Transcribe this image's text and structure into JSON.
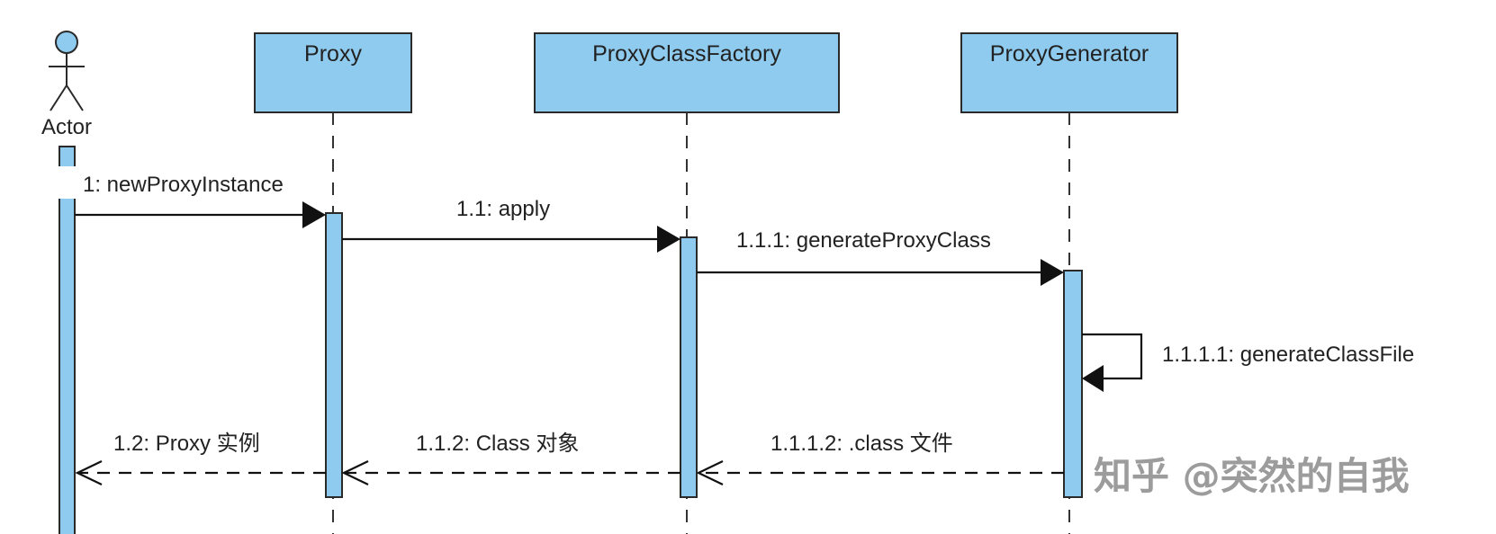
{
  "diagram": {
    "actor": {
      "label": "Actor"
    },
    "participants": [
      {
        "id": "proxy",
        "label": "Proxy"
      },
      {
        "id": "factory",
        "label": "ProxyClassFactory"
      },
      {
        "id": "generator",
        "label": "ProxyGenerator"
      }
    ],
    "messages": [
      {
        "id": "m1",
        "label": "1: newProxyInstance",
        "kind": "call"
      },
      {
        "id": "m11",
        "label": "1.1: apply",
        "kind": "call"
      },
      {
        "id": "m111",
        "label": "1.1.1: generateProxyClass",
        "kind": "call"
      },
      {
        "id": "m1111",
        "label": "1.1.1.1: generateClassFile",
        "kind": "self-call"
      },
      {
        "id": "m1112",
        "label": "1.1.1.2: .class 文件",
        "kind": "return"
      },
      {
        "id": "m112",
        "label": "1.1.2: Class 对象",
        "kind": "return"
      },
      {
        "id": "m12",
        "label": "1.2: Proxy 实例",
        "kind": "return"
      }
    ]
  },
  "watermark": "知乎 @突然的自我",
  "colors": {
    "box_fill": "#8ecbee",
    "line": "#111111"
  }
}
